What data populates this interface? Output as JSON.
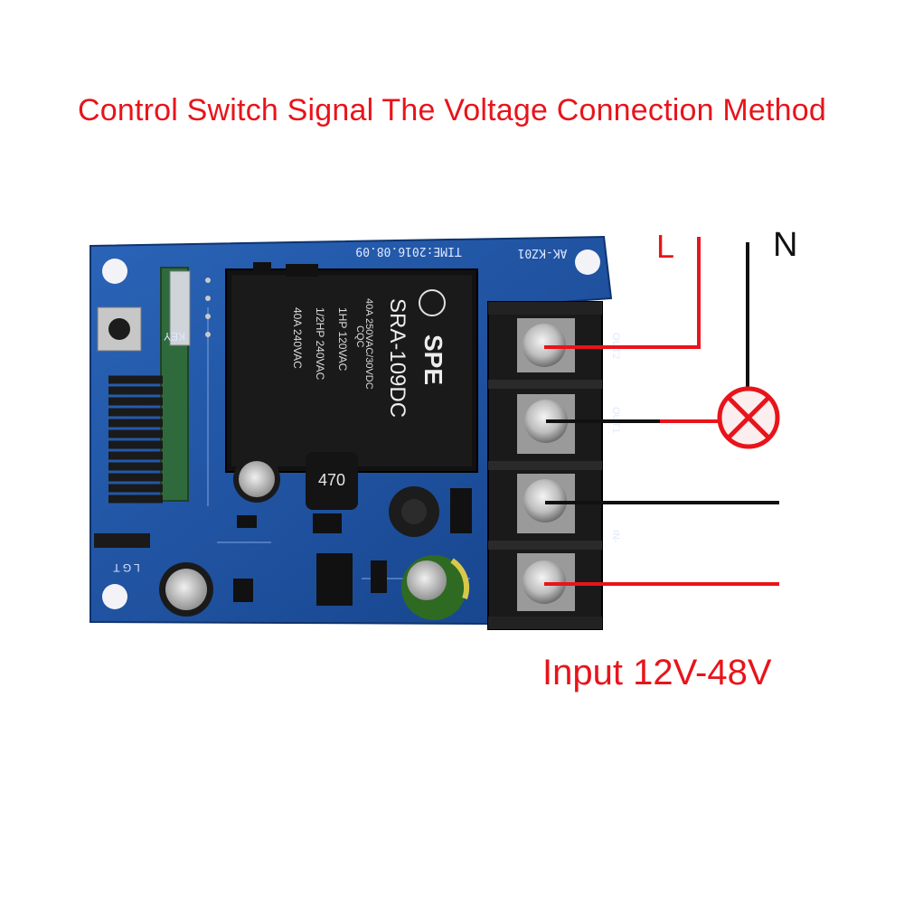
{
  "title": "Control Switch Signal The Voltage Connection Method",
  "input_label": "Input 12V-48V",
  "wire_labels": {
    "live": "L",
    "neutral": "N"
  },
  "board": {
    "relay_brand": "SPE",
    "relay_model": "SRA-109DC",
    "relay_ratings": [
      "40A 250VAC/30VDC",
      "1HP 120VAC",
      "1/2HP 240VAC",
      "40A 240VAC"
    ],
    "relay_cert": "CQC",
    "board_model": "AK-KZ01",
    "board_time": "TIME:2016.08.09",
    "key_label": "KEY",
    "jumper_label": "L G T",
    "inductor_code": "470",
    "terminals": [
      "OUT2",
      "OUT1",
      "IN-",
      "+"
    ]
  },
  "colors": {
    "title": "#e8141b",
    "live_wire": "#e8141b",
    "neutral_wire": "#111111",
    "pcb": "#1b4f9c"
  },
  "icons": [
    "lamp-icon"
  ]
}
